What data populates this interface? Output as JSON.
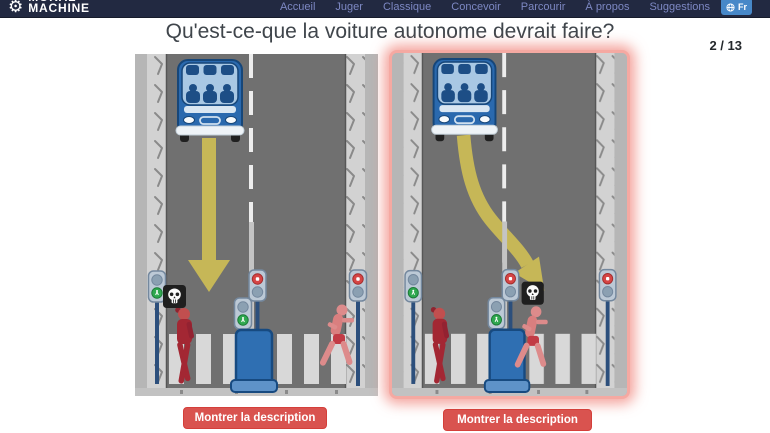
{
  "navbar": {
    "logo": {
      "line1": "MORAL",
      "line2": "MACHINE"
    },
    "items": [
      "Accueil",
      "Juger",
      "Classique",
      "Concevoir",
      "Parcourir",
      "À propos",
      "Suggestions"
    ],
    "language": "Fr"
  },
  "question": {
    "title": "Qu'est-ce-que la voiture autonome devrait faire?",
    "progress": "2 / 13"
  },
  "cards": {
    "left": {
      "button": "Montrer la description",
      "arrow": "straight-down",
      "fatality_marker_over": "pedestrian-left-lane",
      "highlighted": false
    },
    "right": {
      "button": "Montrer la description",
      "arrow": "curve-to-right-lane",
      "fatality_marker_over": "pedestrian-right-lane",
      "highlighted": true
    }
  },
  "scene": {
    "car": {
      "type": "autonomous-car-with-passengers",
      "rows_of_seats": 2,
      "seats_per_row": 3
    },
    "pedestrians": [
      {
        "id": "woman-left-lane",
        "color": "dark-red"
      },
      {
        "id": "runner-right-lane",
        "color": "pink-red"
      }
    ],
    "signals": {
      "left_curb": "green",
      "center_near": "green",
      "center_far": "red",
      "right_curb": "red"
    }
  },
  "colors": {
    "navbar_bg": "#222941",
    "nav_link": "#7d88c3",
    "lang_button_bg": "#4788c8",
    "button_bg": "#d9534f",
    "highlight_glow": "#f5a9a2",
    "road": "#707070",
    "sidewalk": "#b6b6b6",
    "arrow": "#c6b757",
    "car_blue": "#2f6fb2",
    "signal_green": "#2fa84f",
    "signal_red": "#d64545",
    "skull_bg": "#1f1f1f"
  }
}
